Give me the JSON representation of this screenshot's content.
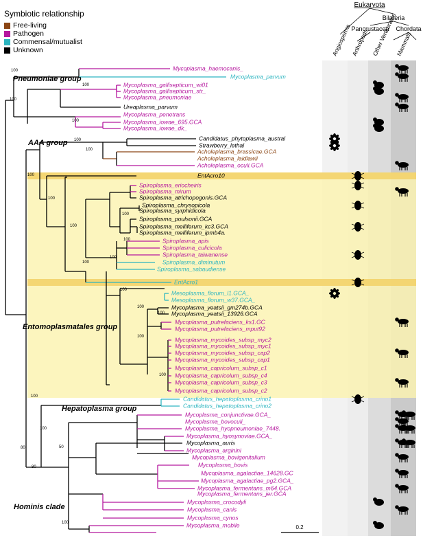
{
  "legend": {
    "title": "Symbiotic relationship",
    "items": [
      {
        "label": "Free-living",
        "color": "#8B4513"
      },
      {
        "label": "Pathogen",
        "color": "#B5179E"
      },
      {
        "label": "Commensal/mutualist",
        "color": "#2CB5C0"
      },
      {
        "label": "Unknown",
        "color": "#000000"
      }
    ]
  },
  "host_tree": {
    "root": "Eukaryota",
    "nodes": [
      "Bilateria",
      "Pancrustacea",
      "Chordata"
    ],
    "columns": [
      "Angiosperms",
      "Arthropods",
      "Other Vertebrates",
      "Mammals"
    ]
  },
  "groups": [
    {
      "name": "Pneumoniae group"
    },
    {
      "name": "AAA group"
    },
    {
      "name": "Entomoplasmatales group"
    },
    {
      "name": "Hepatoplasma group"
    },
    {
      "name": "Hominis clade"
    }
  ],
  "taxa": [
    {
      "name": "Mycoplasma_haemocanis_",
      "color": "#B5179E",
      "hosts": [
        "mammal"
      ]
    },
    {
      "name": "Mycoplasma_parvum",
      "color": "#2CB5C0",
      "hosts": [
        "mammal"
      ]
    },
    {
      "name": "Mycoplasma_gallisepticum_wi01",
      "color": "#B5179E",
      "hosts": [
        "vertebrate"
      ]
    },
    {
      "name": "Mycoplasma_gallisepticum_str_",
      "color": "#B5179E",
      "hosts": [
        "vertebrate"
      ]
    },
    {
      "name": "Mycoplasma_pneumoniae",
      "color": "#B5179E",
      "hosts": [
        "mammal"
      ]
    },
    {
      "name": "Ureaplasma_parvum",
      "color": "#000000",
      "hosts": [
        "mammal"
      ]
    },
    {
      "name": "Mycoplasma_penetrans",
      "color": "#B5179E",
      "hosts": []
    },
    {
      "name": "Mycoplasma_iowae_695.GCA",
      "color": "#B5179E",
      "hosts": [
        "vertebrate"
      ]
    },
    {
      "name": "Mycoplasma_iowae_dk_",
      "color": "#B5179E",
      "hosts": [
        "vertebrate"
      ]
    },
    {
      "name": "Candidatus_phytoplasma_austral",
      "color": "#000000",
      "hosts": [
        "plant"
      ]
    },
    {
      "name": "Strawberry_lethal",
      "color": "#000000",
      "hosts": [
        "plant"
      ]
    },
    {
      "name": "Acholeplasma_brassicae.GCA",
      "color": "#8B4513",
      "hosts": []
    },
    {
      "name": "Acholeplasma_laidlawii",
      "color": "#8B4513",
      "hosts": []
    },
    {
      "name": "Acholeplasma_oculi.GCA",
      "color": "#B5179E",
      "hosts": [
        "mammal"
      ]
    },
    {
      "name": "EntAcro10",
      "color": "#000000",
      "hosts": [
        "arthropod"
      ]
    },
    {
      "name": "Spiroplasma_eriocheiris",
      "color": "#B5179E",
      "hosts": [
        "arthropod"
      ]
    },
    {
      "name": "Spiroplasma_mirum",
      "color": "#B5179E",
      "hosts": [
        "mammal"
      ]
    },
    {
      "name": "Spiroplasma_atrichopogonis.GCA",
      "color": "#000000",
      "hosts": []
    },
    {
      "name": "Spiroplasma_chrysopicola",
      "color": "#000000",
      "hosts": [
        "arthropod"
      ]
    },
    {
      "name": "Spiroplasma_syrphidicola",
      "color": "#000000",
      "hosts": []
    },
    {
      "name": "Spiroplasma_poulsonii.GCA",
      "color": "#000000",
      "hosts": []
    },
    {
      "name": "Spiroplasma_melliferum_kc3.GCA",
      "color": "#000000",
      "hosts": [
        "arthropod"
      ]
    },
    {
      "name": "Spiroplasma_melliferum_ipmb4a.",
      "color": "#000000",
      "hosts": []
    },
    {
      "name": "Spiroplasma_apis",
      "color": "#B5179E",
      "hosts": []
    },
    {
      "name": "Spiroplasma_culicicola",
      "color": "#B5179E",
      "hosts": []
    },
    {
      "name": "Spiroplasma_taiwanense",
      "color": "#B5179E",
      "hosts": [
        "arthropod"
      ]
    },
    {
      "name": "Spiroplasma_diminutum",
      "color": "#2CB5C0",
      "hosts": []
    },
    {
      "name": "Spiroplasma_sabaudiense",
      "color": "#2CB5C0",
      "hosts": []
    },
    {
      "name": "EntAcro1",
      "color": "#2CB5C0",
      "hosts": [
        "arthropod"
      ]
    },
    {
      "name": "Mesoplasma_florum_l1.GCA_",
      "color": "#2CB5C0",
      "hosts": [
        "plant"
      ]
    },
    {
      "name": "Mesoplasma_florum_w37.GCA_",
      "color": "#2CB5C0",
      "hosts": []
    },
    {
      "name": "Mycoplasma_yeatsii_gm274b.GCA",
      "color": "#000000",
      "hosts": []
    },
    {
      "name": "Mycoplasma_yeatsii_13926.GCA",
      "color": "#000000",
      "hosts": []
    },
    {
      "name": "Mycoplasma_putrefaciens_ks1.GC",
      "color": "#B5179E",
      "hosts": [
        "mammal"
      ]
    },
    {
      "name": "Mycoplasma_putrefaciens_mput92",
      "color": "#B5179E",
      "hosts": []
    },
    {
      "name": "Mycoplasma_mycoides_subsp_myc2",
      "color": "#B5179E",
      "hosts": []
    },
    {
      "name": "Mycoplasma_mycoides_subsp_myc1",
      "color": "#B5179E",
      "hosts": []
    },
    {
      "name": "Mycoplasma_mycoides_subsp_cap2",
      "color": "#B5179E",
      "hosts": [
        "mammal"
      ]
    },
    {
      "name": "Mycoplasma_mycoides_subsp_cap1",
      "color": "#B5179E",
      "hosts": []
    },
    {
      "name": "Mycoplasma_capricolum_subsp_c1",
      "color": "#B5179E",
      "hosts": []
    },
    {
      "name": "Mycoplasma_capricolum_subsp_c4",
      "color": "#B5179E",
      "hosts": []
    },
    {
      "name": "Mycoplasma_capricolum_subsp_c3",
      "color": "#B5179E",
      "hosts": [
        "mammal"
      ]
    },
    {
      "name": "Mycoplasma_capricolum_subsp_c2",
      "color": "#B5179E",
      "hosts": []
    },
    {
      "name": "Candidatus_hepatoplasma_crino1",
      "color": "#2CB5C0",
      "hosts": [
        "arthropod"
      ]
    },
    {
      "name": "Candidatus_hepatoplasma_crino2",
      "color": "#2CB5C0",
      "hosts": []
    },
    {
      "name": "Mycoplasma_conjunctivae.GCA_",
      "color": "#B5179E",
      "hosts": [
        "mammal",
        "mammal"
      ]
    },
    {
      "name": "Mycoplasma_bovoculi_",
      "color": "#B5179E",
      "hosts": [
        "mammal"
      ]
    },
    {
      "name": "Mycoplasma_hyopneumoniae_7448.",
      "color": "#B5179E",
      "hosts": [
        "mammal",
        "mammal"
      ]
    },
    {
      "name": "Mycoplasma_hyosynoviae.GCA_",
      "color": "#B5179E",
      "hosts": []
    },
    {
      "name": "Mycoplasma_auris",
      "color": "#000000",
      "hosts": [
        "mammal",
        "mammal"
      ]
    },
    {
      "name": "Mycoplasma_arginini",
      "color": "#B5179E",
      "hosts": []
    },
    {
      "name": "Mycoplasma_bovigenitalium",
      "color": "#B5179E",
      "hosts": [
        "mammal"
      ]
    },
    {
      "name": "Mycoplasma_bovis",
      "color": "#B5179E",
      "hosts": []
    },
    {
      "name": "Mycoplasma_agalactiae_14628.GC",
      "color": "#B5179E",
      "hosts": [
        "mammal"
      ]
    },
    {
      "name": "Mycoplasma_agalactiae_pg2.GCA_",
      "color": "#B5179E",
      "hosts": []
    },
    {
      "name": "Mycoplasma_fermentans_m64.GCA",
      "color": "#B5179E",
      "hosts": [
        "mammal"
      ]
    },
    {
      "name": "Mycoplasma_fermentans_jer.GCA",
      "color": "#B5179E",
      "hosts": []
    },
    {
      "name": "Mycoplasma_crocodyli",
      "color": "#B5179E",
      "hosts": [
        "vertebrate"
      ]
    },
    {
      "name": "Mycoplasma_canis",
      "color": "#B5179E",
      "hosts": [
        "mammal"
      ]
    },
    {
      "name": "Mycoplasma_cynos",
      "color": "#B5179E",
      "hosts": []
    },
    {
      "name": "Mycoplasma_mobile",
      "color": "#B5179E",
      "hosts": [
        "vertebrate"
      ]
    }
  ],
  "bootstrap": "100",
  "bootstrap_low": "80",
  "bootstrap_mid": "50",
  "scale_bar": "0.2",
  "colors": {
    "highlight": "#FBF3B0",
    "highlight_band": "#F3D36A",
    "host_bg_light": "#EDEDED",
    "host_bg_mid": "#DCDCDC",
    "host_bg_dark": "#CACACA"
  }
}
